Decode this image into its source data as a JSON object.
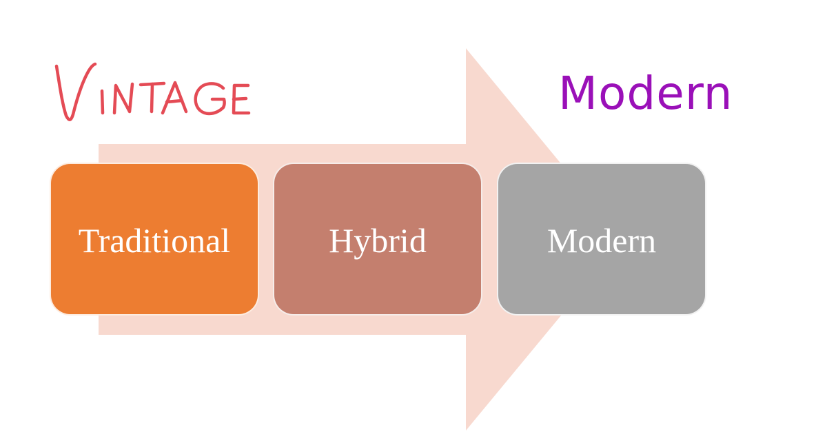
{
  "diagram": {
    "arrow_color": "#f8d9cf",
    "heading_left": {
      "text": "Vintage",
      "color": "#e44b55"
    },
    "heading_right": {
      "text": "Modern",
      "color": "#9a10b8"
    },
    "stages": [
      {
        "label": "Traditional",
        "color": "#ed7d31"
      },
      {
        "label": "Hybrid",
        "color": "#c47f6e"
      },
      {
        "label": "Modern",
        "color": "#a5a5a5"
      }
    ]
  }
}
